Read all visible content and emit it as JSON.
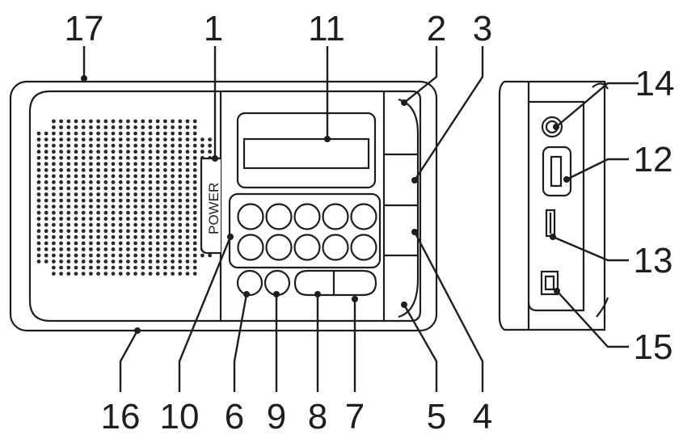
{
  "diagram": {
    "callouts": [
      {
        "id": "c17",
        "label": "17"
      },
      {
        "id": "c1",
        "label": "1"
      },
      {
        "id": "c11",
        "label": "11"
      },
      {
        "id": "c2",
        "label": "2"
      },
      {
        "id": "c3",
        "label": "3"
      },
      {
        "id": "c14",
        "label": "14"
      },
      {
        "id": "c12",
        "label": "12"
      },
      {
        "id": "c13",
        "label": "13"
      },
      {
        "id": "c15",
        "label": "15"
      },
      {
        "id": "c16",
        "label": "16"
      },
      {
        "id": "c10",
        "label": "10"
      },
      {
        "id": "c6",
        "label": "6"
      },
      {
        "id": "c9",
        "label": "9"
      },
      {
        "id": "c8",
        "label": "8"
      },
      {
        "id": "c7",
        "label": "7"
      },
      {
        "id": "c5",
        "label": "5"
      },
      {
        "id": "c4",
        "label": "4"
      }
    ],
    "power_label": "POWER"
  }
}
